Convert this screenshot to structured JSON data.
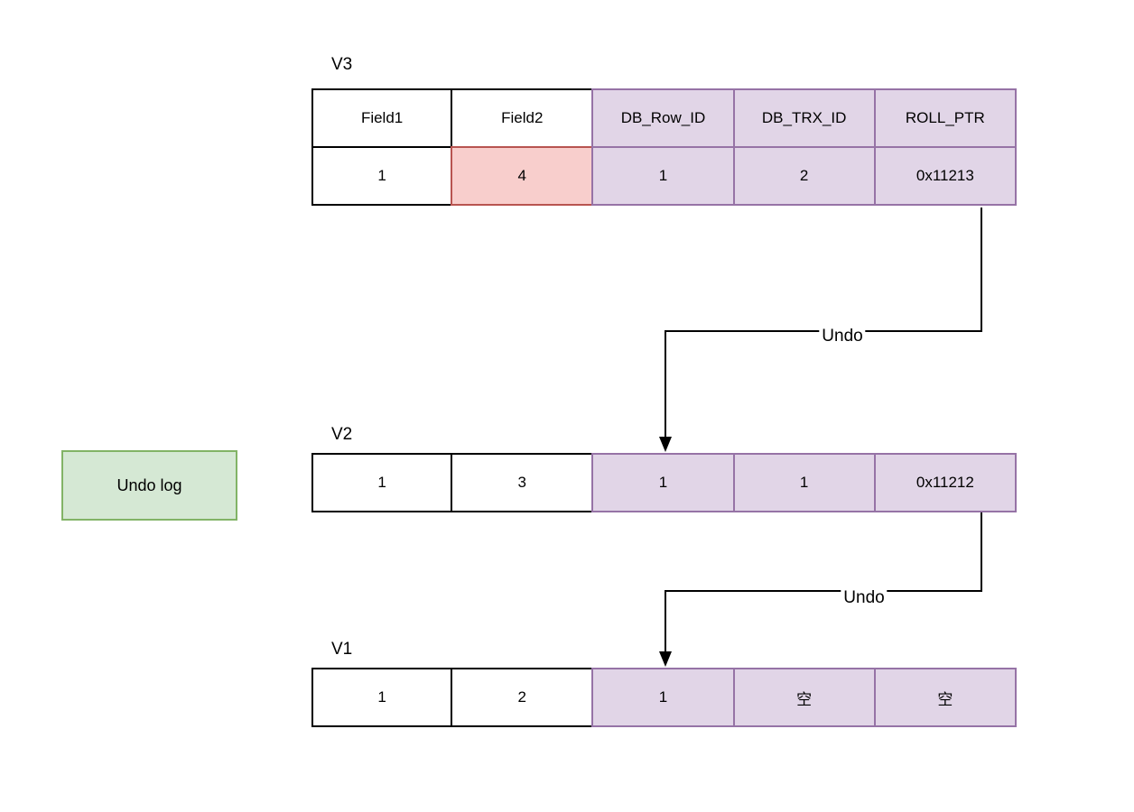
{
  "colors": {
    "purple_fill": "#E1D5E7",
    "purple_stroke": "#9673A6",
    "red_fill": "#F8CECC",
    "red_stroke": "#B85450",
    "green_fill": "#D5E8D4",
    "green_stroke": "#82B366",
    "white_fill": "#FFFFFF",
    "line_color": "#000000"
  },
  "undo_log": {
    "label": "Undo log"
  },
  "tables": [
    {
      "label": "V3",
      "header": [
        "Field1",
        "Field2",
        "DB_Row_ID",
        "DB_TRX_ID",
        "ROLL_PTR"
      ],
      "row": [
        "1",
        "4",
        "1",
        "2",
        "0x11213"
      ]
    },
    {
      "label": "V2",
      "row": [
        "1",
        "3",
        "1",
        "1",
        "0x11212"
      ]
    },
    {
      "label": "V1",
      "row": [
        "1",
        "2",
        "1",
        "空",
        "空"
      ]
    }
  ],
  "arrows": [
    {
      "label": "Undo",
      "from": "V3.ROLL_PTR",
      "to": "V2"
    },
    {
      "label": "Undo",
      "from": "V2.ROLL_PTR",
      "to": "V1"
    }
  ]
}
